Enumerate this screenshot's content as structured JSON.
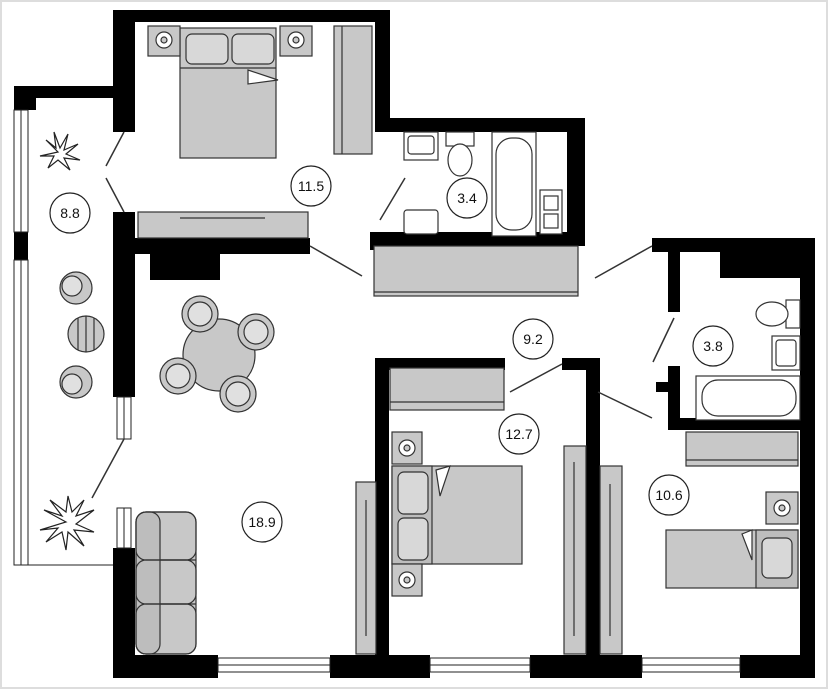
{
  "rooms": [
    {
      "id": "bedroom-top",
      "area": "11.5"
    },
    {
      "id": "bathroom-top",
      "area": "3.4"
    },
    {
      "id": "balcony",
      "area": "8.8"
    },
    {
      "id": "hallway",
      "area": "9.2"
    },
    {
      "id": "bathroom-right",
      "area": "3.8"
    },
    {
      "id": "bedroom-middle",
      "area": "12.7"
    },
    {
      "id": "bedroom-right",
      "area": "10.6"
    },
    {
      "id": "living-room",
      "area": "18.9"
    }
  ],
  "colors": {
    "wall": "#000000",
    "furniture": "#c8c8c8",
    "furniture_stroke": "#333333",
    "background": "#ffffff",
    "frame": "#e6e6e6"
  }
}
